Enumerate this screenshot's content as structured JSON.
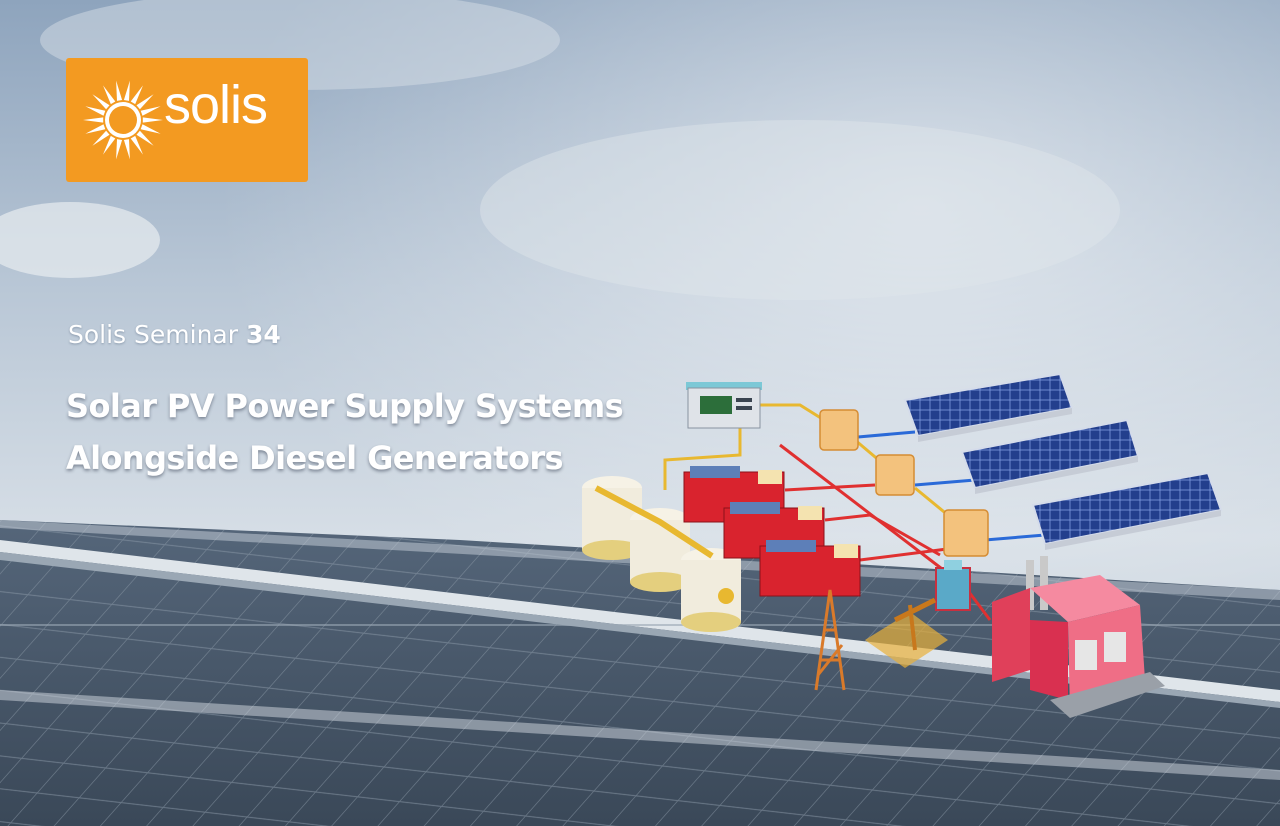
{
  "brand": {
    "name": "solis",
    "color": "#f39a21"
  },
  "seminar": {
    "label": "Solis Seminar",
    "number": "34"
  },
  "title": {
    "line1": "Solar PV Power Supply Systems",
    "line2": "Alongside Diesel Generators"
  },
  "colors": {
    "sky_top": "#8fa6bf",
    "sky_mid": "#c8d3de",
    "panel_dark": "#3b4c5f",
    "generator_red": "#d9232e",
    "solar_blue": "#1f3f8c",
    "ac_line": "#e03030",
    "dc_line": "#2a6ad8",
    "signal_line": "#e8b830"
  }
}
